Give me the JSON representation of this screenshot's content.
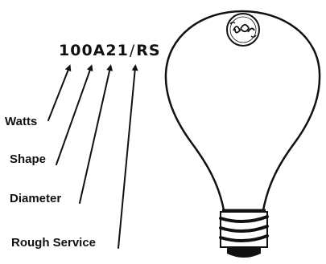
{
  "designation": {
    "watts": "100",
    "shape": "A",
    "diameter": "21",
    "slash": "/",
    "service": "RS"
  },
  "labels": {
    "watts": "Watts",
    "shape": "Shape",
    "diameter": "Diameter",
    "rough_service": "Rough Service"
  },
  "logo": {
    "text": "GE"
  },
  "colors": {
    "ink": "#111111",
    "background": "#ffffff"
  }
}
